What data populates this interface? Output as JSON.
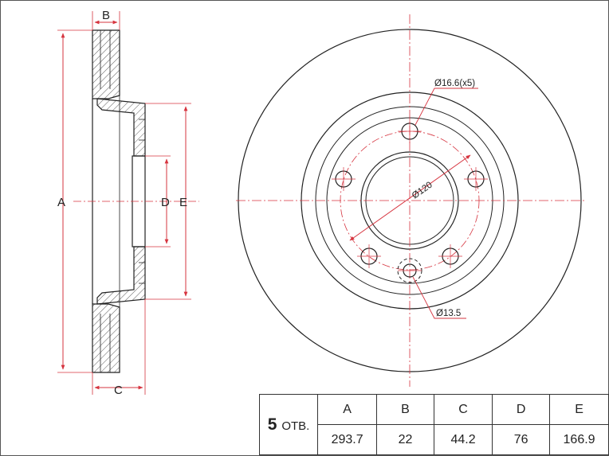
{
  "side_view": {
    "dim_a": "A",
    "dim_b": "B",
    "dim_c": "C",
    "dim_d": "D",
    "dim_e": "E"
  },
  "front_view": {
    "bolt_hole_label": "Ø16.6(x5)",
    "pcd_label": "Ø120",
    "small_hole_label": "Ø13.5"
  },
  "spec_table": {
    "holes_count": "5",
    "holes_unit": "ОТВ.",
    "headers": [
      "A",
      "B",
      "C",
      "D",
      "E"
    ],
    "values": [
      "293.7",
      "22",
      "44.2",
      "76",
      "166.9"
    ]
  },
  "colors": {
    "line": "#222222",
    "dimension": "#d6343f"
  }
}
